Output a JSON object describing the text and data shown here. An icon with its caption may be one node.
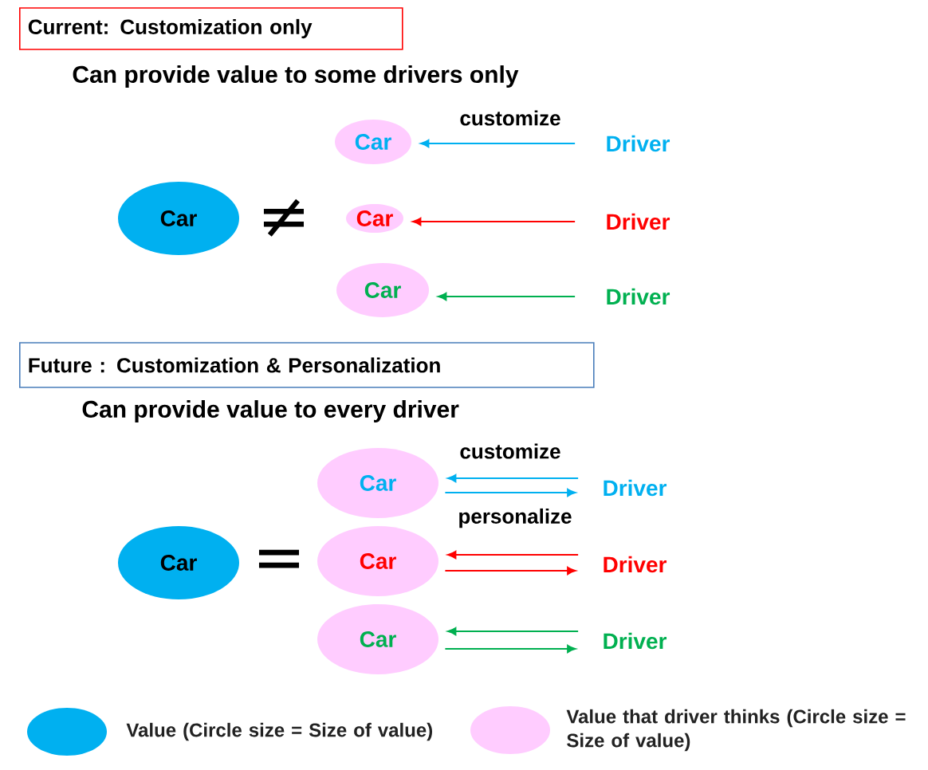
{
  "diagram": {
    "nodes": [
      {
        "text": [
          "Current: Customization only"
        ]
      },
      {
        "text": [
          "Car"
        ]
      },
      {
        "text": [
          "Car"
        ]
      },
      {
        "text": [
          "Car"
        ]
      },
      {
        "text": [
          "Car"
        ]
      },
      {
        "text": [
          "Driver"
        ]
      },
      {
        "text": [
          "Driver"
        ]
      },
      {
        "text": [
          "Driver"
        ]
      },
      {
        "text": [
          "Future : Customization & Personalization"
        ]
      },
      {
        "text": [
          "Car"
        ]
      },
      {
        "text": [
          "Car"
        ]
      },
      {
        "text": [
          "Car"
        ]
      },
      {
        "text": [
          "Car"
        ]
      },
      {
        "text": [
          "Driver"
        ]
      },
      {
        "text": [
          "Driver"
        ]
      },
      {
        "text": [
          "Driver"
        ]
      }
    ],
    "edges": [
      {
        "from": 5,
        "to": 2,
        "arrow": "to",
        "label": "customize",
        "color": "#00b0f0"
      },
      {
        "from": 6,
        "to": 3,
        "arrow": "to",
        "color": "#ff0000"
      },
      {
        "from": 7,
        "to": 4,
        "arrow": "to",
        "color": "#00b050"
      },
      {
        "from": 13,
        "to": 10,
        "arrow": "to",
        "label": "customize",
        "color": "#00b0f0"
      },
      {
        "from": 10,
        "to": 13,
        "arrow": "to",
        "label": "personalize",
        "color": "#00b0f0"
      },
      {
        "from": 14,
        "to": 11,
        "arrow": "to",
        "color": "#ff0000"
      },
      {
        "from": 11,
        "to": 14,
        "arrow": "to",
        "color": "#ff0000"
      },
      {
        "from": 15,
        "to": 12,
        "arrow": "to",
        "color": "#00b050"
      },
      {
        "from": 12,
        "to": 15,
        "arrow": "to",
        "color": "#00b050"
      }
    ],
    "labels": [
      "Can provide value to some drivers only",
      "≠",
      "Can provide value to every driver",
      "="
    ],
    "legend": [
      {
        "text": "Value (Circle size = Size of value)",
        "color": "#00b0f0"
      },
      {
        "text": "Value that driver thinks (Circle size = Size of value)",
        "color": "#ffccff"
      }
    ]
  }
}
